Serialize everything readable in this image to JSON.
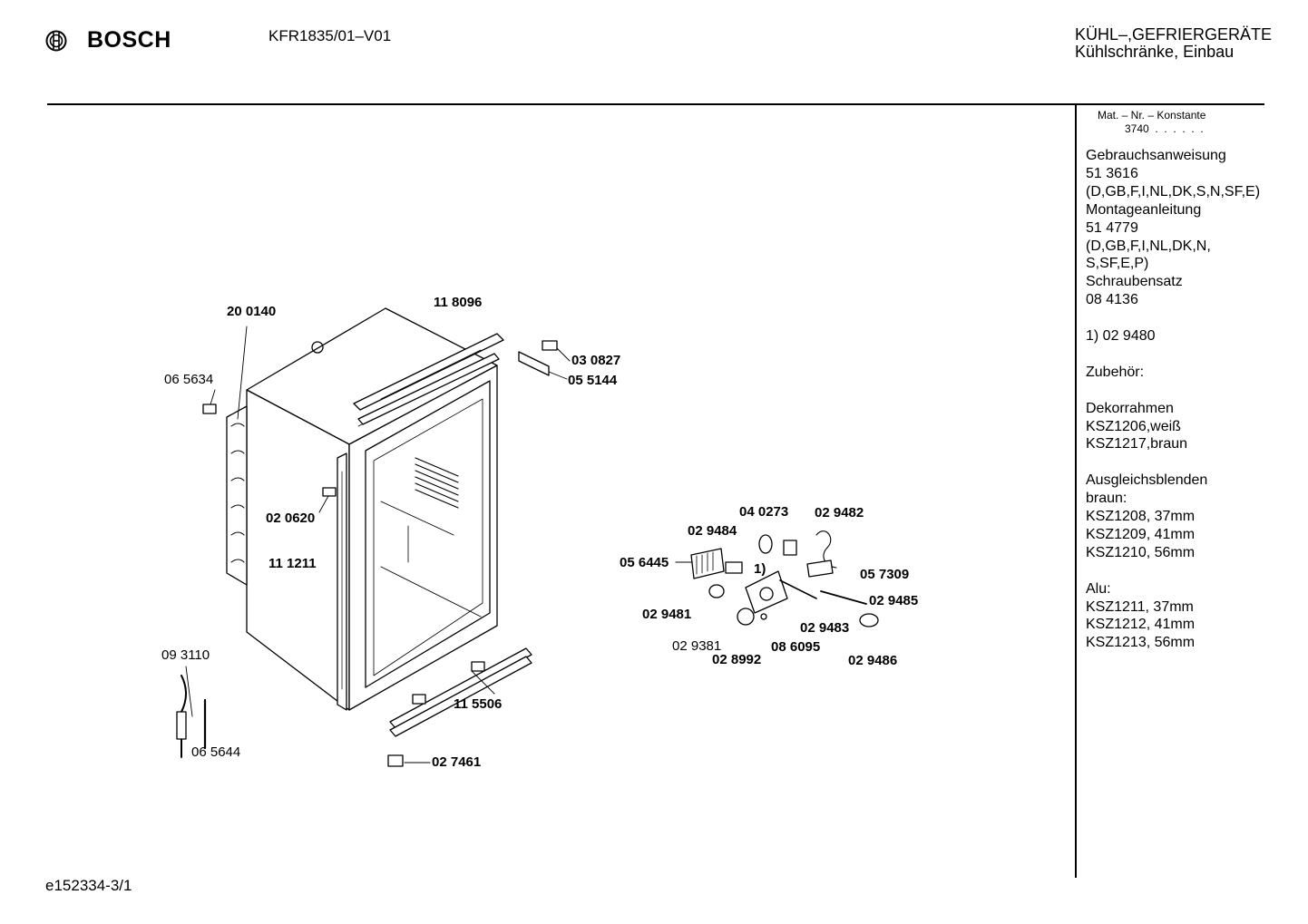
{
  "header": {
    "brand": "BOSCH",
    "model": "KFR1835/01–V01",
    "category_line1": "KÜHL–,GEFRIERGERÄTE",
    "category_line2": "Kühlschränke, Einbau"
  },
  "sidebar": {
    "mat_label": "Mat. – Nr. – Konstante",
    "mat_value": "3740  .  .  .  .  .  .",
    "lines": [
      "Gebrauchsanweisung",
      "51 3616",
      "(D,GB,F,I,NL,DK,S,N,SF,E)",
      "Montageanleitung",
      "51 4779",
      "(D,GB,F,I,NL,DK,N,",
      "S,SF,E,P)",
      "Schraubensatz",
      "08 4136",
      "",
      "1)  02 9480",
      "",
      "Zubehör:",
      "",
      "Dekorrahmen",
      "KSZ1206,weiß",
      "KSZ1217,braun",
      "",
      "Ausgleichsblenden",
      "braun:",
      "KSZ1208, 37mm",
      "KSZ1209, 41mm",
      "KSZ1210, 56mm",
      "",
      "Alu:",
      "KSZ1211, 37mm",
      "KSZ1212, 41mm",
      "KSZ1213, 56mm"
    ]
  },
  "parts": {
    "p200140": "20 0140",
    "p118096": "11 8096",
    "p065634": "06 5634",
    "p030827": "03 0827",
    "p055144": "05 5144",
    "p020620": "02 0620",
    "p111211": "11 1211",
    "p093110": "09 3110",
    "p065644": "06 5644",
    "p115506": "11 5506",
    "p027461": "02 7461",
    "p040273": "04 0273",
    "p029482": "02 9482",
    "p029484": "02 9484",
    "p056445": "05 6445",
    "p1": "1)",
    "p057309": "05 7309",
    "p029485": "02 9485",
    "p029481": "02 9481",
    "p029483": "02 9483",
    "p029381": "02 9381",
    "p086095": "08 6095",
    "p028992": "02 8992",
    "p029486": "02 9486"
  },
  "footer": {
    "drawing_id": "e152334-3/1"
  }
}
